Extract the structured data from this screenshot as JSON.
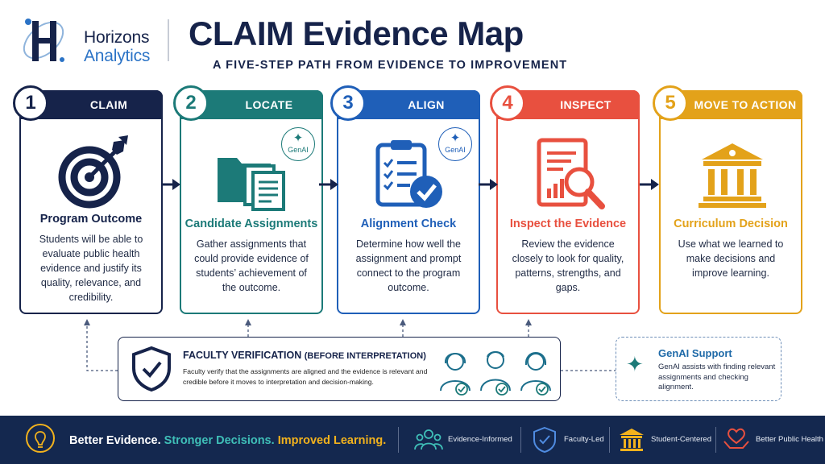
{
  "header": {
    "brand_name": "Horizons",
    "brand_sub": "Analytics",
    "title": "CLAIM Evidence Map",
    "subtitle": "A FIVE-STEP PATH FROM EVIDENCE TO IMPROVEMENT"
  },
  "steps": [
    {
      "number": "1",
      "label": "CLAIM",
      "title": "Program Outcome",
      "text": "Students will be able to evaluate public health evidence and justify its quality, relevance, and credibility.",
      "color": "#16234a",
      "icon": "target-icon"
    },
    {
      "number": "2",
      "label": "LOCATE",
      "title": "Candidate Assignments",
      "text": "Gather assignments that could provide evidence of students’ achievement of the outcome.",
      "color": "#1c7a78",
      "icon": "folder-documents-icon",
      "badge": "GenAI"
    },
    {
      "number": "3",
      "label": "ALIGN",
      "title": "Alignment Check",
      "text": "Determine how well the assignment and prompt connect to the program outcome.",
      "color": "#1f5fb8",
      "icon": "checklist-icon",
      "badge": "GenAI"
    },
    {
      "number": "4",
      "label": "INSPECT",
      "title": "Inspect the Evidence",
      "text": "Review the evidence closely to look for quality, patterns, strengths, and gaps.",
      "color": "#e8503f",
      "icon": "report-magnifier-icon"
    },
    {
      "number": "5",
      "label": "MOVE TO ACTION",
      "title": "Curriculum Decision",
      "text": "Use what we learned to make decisions and improve learning.",
      "color": "#e3a21a",
      "icon": "institution-icon"
    }
  ],
  "verification": {
    "title": "FACULTY VERIFICATION",
    "title_note": "(BEFORE INTERPRETATION)",
    "text": "Faculty verify that the assignments are aligned and the evidence is relevant and credible before it moves to interpretation and decision-making."
  },
  "genai_support": {
    "title": "GenAI Support",
    "text": "GenAI assists with finding relevant assignments and checking alignment."
  },
  "footer": {
    "tag1": "Better Evidence.",
    "tag2": "Stronger Decisions.",
    "tag3": "Improved Learning.",
    "items": [
      {
        "label": "Evidence-Informed",
        "icon": "people-group-icon"
      },
      {
        "label": "Faculty-Led",
        "icon": "shield-check-icon"
      },
      {
        "label": "Student-Centered",
        "icon": "institution-icon"
      },
      {
        "label": "Better Public Health",
        "icon": "heart-hands-icon"
      }
    ]
  }
}
